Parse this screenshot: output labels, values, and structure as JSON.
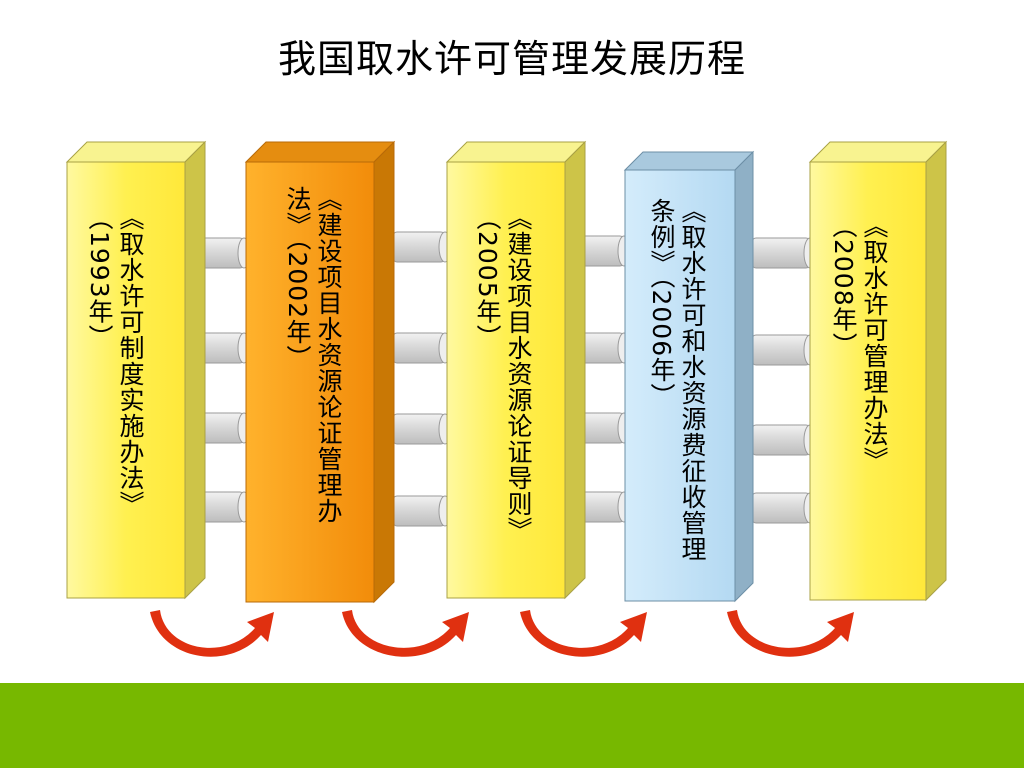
{
  "title": "我国取水许可管理发展历程",
  "colors": {
    "yellow": "#ffee55",
    "orange": "#f49a12",
    "blue": "#bfe0f5",
    "arrow": "#e03010",
    "bottom_bar": "#77b800"
  },
  "stages": [
    {
      "text": "《取水许可制度实施办法》（1993年）",
      "style": "yellow"
    },
    {
      "text": "《建设项目水资源论证管理办法》（2002年）",
      "style": "orange"
    },
    {
      "text": "《建设项目水资源论证导则》（2005年）",
      "style": "yellow"
    },
    {
      "text": "《取水许可和水资源费征收管理条例》（2006年）",
      "style": "blue"
    },
    {
      "text": "《取水许可管理办法》（2008年）",
      "style": "yellow"
    }
  ]
}
